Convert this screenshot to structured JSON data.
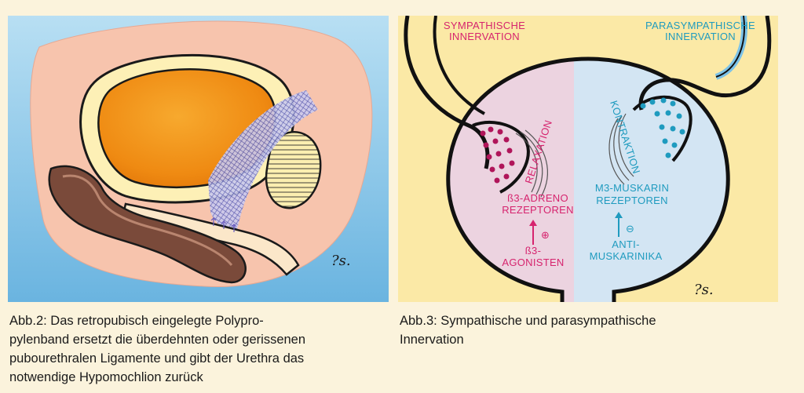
{
  "figure2": {
    "signature": "?s.",
    "caption_lines": [
      "Abb.2: Das retropubisch eingelegte Polypro-",
      "pylenband ersetzt die überdehnten oder gerissenen",
      "pubourethralen Ligamente und gibt der Urethra das",
      "notwendige Hypomochlion zurück"
    ]
  },
  "figure3": {
    "sympathetic_label": [
      "SYMPATHISCHE",
      "INNERVATION"
    ],
    "parasympathetic_label": [
      "PARASYMPATHISCHE",
      "INNERVATION"
    ],
    "relaxation": "RELAXATION",
    "contraction": "KONTRAKTION",
    "beta3_receptors": [
      "ß3-ADRENO",
      "REZEPTOREN"
    ],
    "m3_receptors": [
      "M3-MUSKARIN",
      "REZEPTOREN"
    ],
    "plus_symbol": "⊕",
    "minus_symbol": "⊖",
    "beta3_agonists": [
      "ß3-",
      "AGONISTEN"
    ],
    "antimuscarinics": [
      "ANTI-",
      "MUSKARINIKA"
    ],
    "signature": "?s.",
    "caption_lines": [
      "Abb.3: Sympathische und parasympathische",
      "Innervation"
    ],
    "colors": {
      "sympathetic": "#d6246e",
      "parasympathetic": "#1f9bbf",
      "left_bg": "#ecd3e0",
      "right_bg": "#d3e5f3",
      "outer_bg": "#fbe9a6"
    }
  }
}
